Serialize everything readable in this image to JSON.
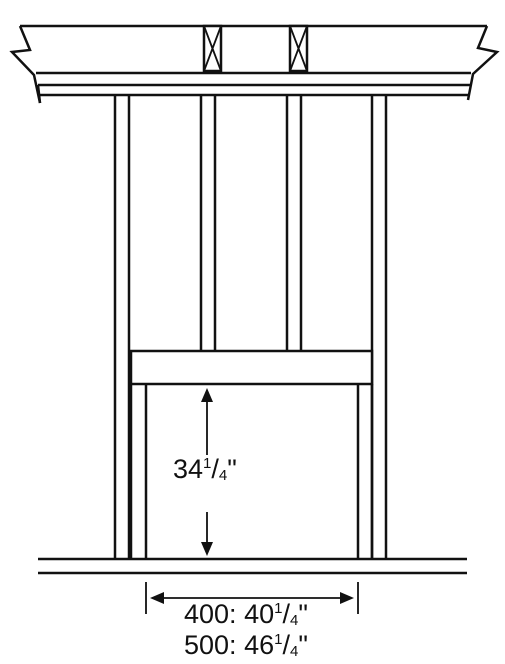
{
  "dimensions": {
    "height": {
      "whole": "34",
      "num": "1",
      "den": "4",
      "unit": "\""
    },
    "width_400": {
      "prefix": "400: ",
      "whole": "40",
      "num": "1",
      "den": "4",
      "unit": "\""
    },
    "width_500": {
      "prefix": "500: ",
      "whole": "46",
      "num": "1",
      "den": "4",
      "unit": "\""
    }
  }
}
